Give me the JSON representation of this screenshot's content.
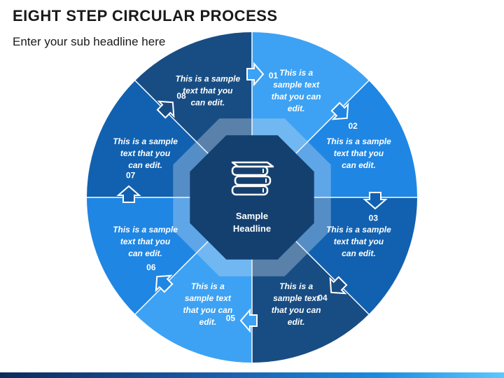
{
  "header": {
    "title": "EIGHT STEP CIRCULAR PROCESS",
    "subtitle": "Enter your sub headline here"
  },
  "center": {
    "icon": "books-icon",
    "label_line1": "Sample",
    "label_line2": "Headline"
  },
  "colors": {
    "ring_fill": "#d5e3f1",
    "center_fill": "#14406f",
    "background": "#ffffff"
  },
  "steps": [
    {
      "number": "01",
      "color": "#3da2f3",
      "lines": [
        "This is a",
        "sample text",
        "that you can",
        "edit."
      ]
    },
    {
      "number": "02",
      "color": "#1f86e3",
      "lines": [
        "This is a sample",
        "text that you",
        "can edit."
      ]
    },
    {
      "number": "03",
      "color": "#1161b0",
      "lines": [
        "This is a sample",
        "text that you",
        "can edit."
      ]
    },
    {
      "number": "04",
      "color": "#184d84",
      "lines": [
        "This is a",
        "sample text",
        "that you can",
        "edit."
      ]
    },
    {
      "number": "05",
      "color": "#3da2f3",
      "lines": [
        "This is a",
        "sample text",
        "that you can",
        "edit."
      ]
    },
    {
      "number": "06",
      "color": "#1f86e3",
      "lines": [
        "This is a sample",
        "text that you",
        "can edit."
      ]
    },
    {
      "number": "07",
      "color": "#1161b0",
      "lines": [
        "This is a sample",
        "text that you",
        "can edit."
      ]
    },
    {
      "number": "08",
      "color": "#184d84",
      "lines": [
        "This is a sample",
        "text that you",
        "can edit."
      ]
    }
  ]
}
